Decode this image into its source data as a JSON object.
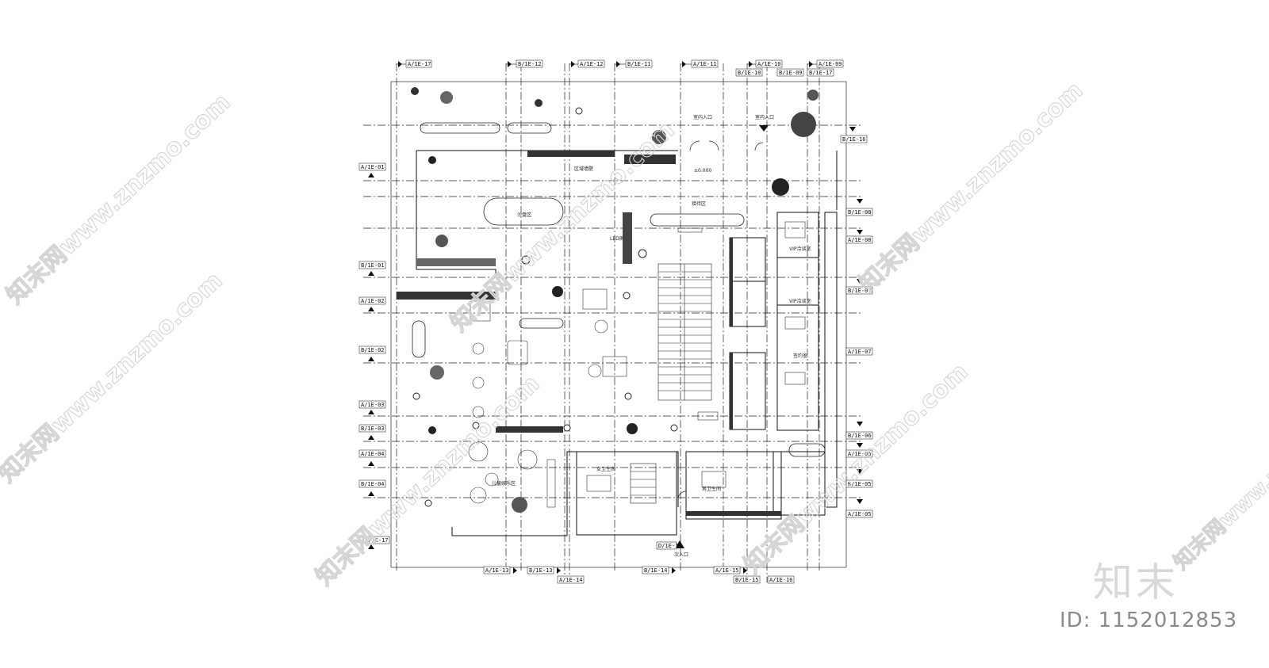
{
  "watermark": {
    "text": "知末网www.znzmo.com",
    "brand": "知末",
    "id_text": "ID: 1152012853"
  },
  "grid_tags_top": [
    "A/1E-17",
    "B/1E-12",
    "A/1E-12",
    "B/1E-11",
    "A/1E-11",
    "A/1E-10",
    "B/1E-10",
    "B/1E-09",
    "A/1E-09",
    "B/1E-17"
  ],
  "grid_tags_bottom": [
    "A/1E-13",
    "B/1E-13",
    "A/1E-14",
    "B/1E-14",
    "A/1E-15",
    "B/1E-15",
    "A/1E-16"
  ],
  "grid_tags_left": [
    "A/1E-01",
    "B/1E-01",
    "A/1E-02",
    "B/1E-02",
    "A/1E-03",
    "B/1E-03",
    "A/1E-04",
    "B/1E-04",
    "C/1E-17"
  ],
  "grid_tags_right": [
    "B/1E-16",
    "B/1E-08",
    "A/1E-08",
    "B/1E-07",
    "A/1E-07",
    "B/1E-06",
    "A/1E-06",
    "B/1E-05",
    "A/1E-05"
  ],
  "grid_tag_center": "D/1E-1",
  "room_labels": {
    "entry1": "室内入口",
    "entry2": "室内入口",
    "level": "±0.000",
    "wall_label": "区域墙壁",
    "sand_table": "沙盘区",
    "reception": "接待区",
    "led": "LED屏",
    "vip1": "VIP洽谈室",
    "vip2": "VIP洽谈室",
    "office": "签约室",
    "kids": "儿童娱乐区",
    "female_wc": "女卫生间",
    "male_wc": "男卫生间",
    "side_entry": "次入口"
  },
  "colors": {
    "line": "#111111",
    "watermark": "#d4d4d4",
    "id": "#8a8a8a"
  }
}
